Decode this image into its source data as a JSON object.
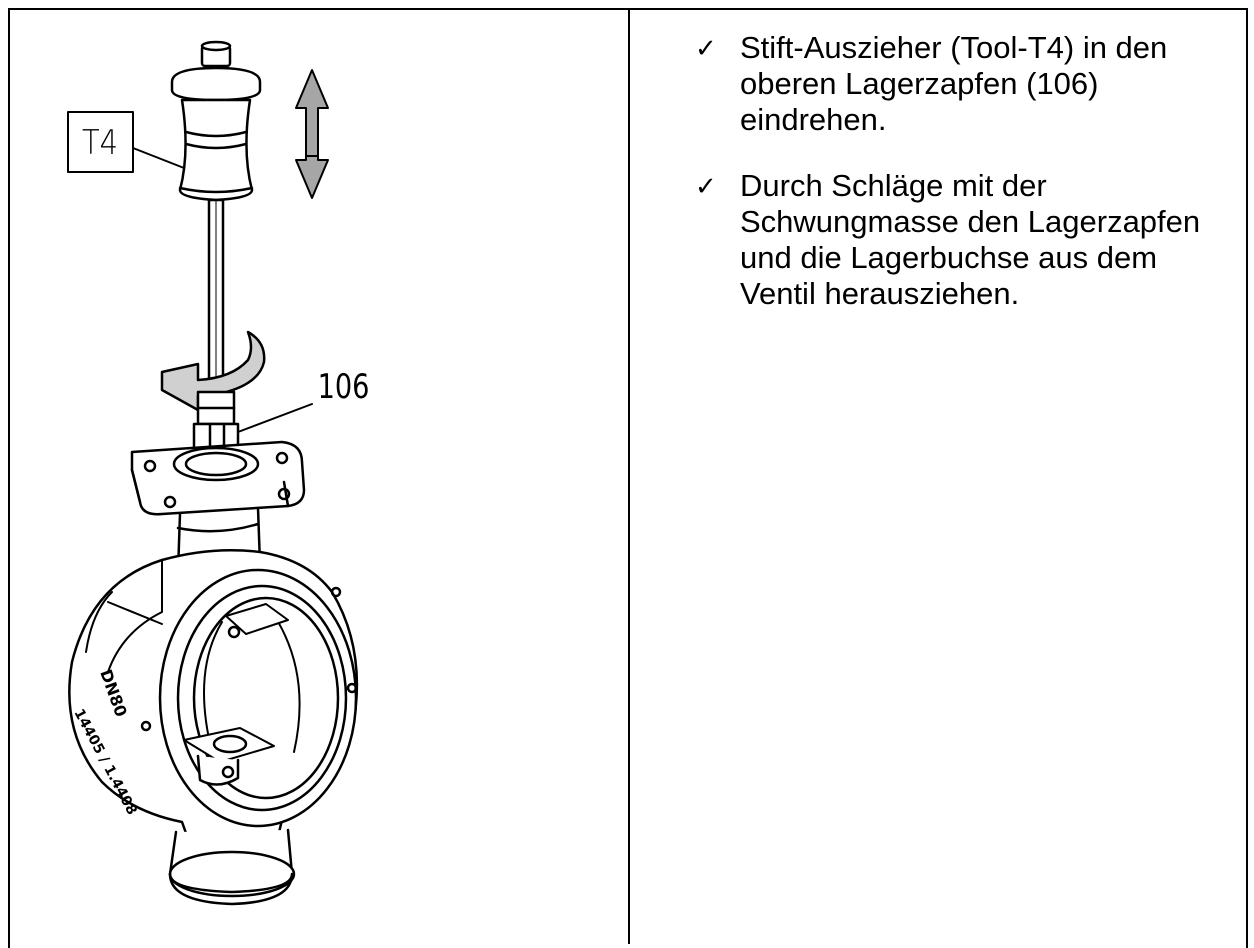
{
  "figure": {
    "tool_label": "T4",
    "part_label": "106",
    "valve_marking_top": "DN80",
    "valve_marking_bottom": "14405 / 1.4408",
    "stroke_color": "#000000",
    "arrow_fill": "#a6a6a6"
  },
  "steps": [
    {
      "icon": "check-icon",
      "mark": "✓",
      "text": "Stift-Auszieher (Tool-T4) in den oberen Lagerzapfen (106) eindrehen."
    },
    {
      "icon": "check-icon",
      "mark": "✓",
      "text": "Durch Schläge mit der Schwungmasse den Lagerzapfen und die Lagerbuchse aus dem Ventil herausziehen."
    }
  ]
}
